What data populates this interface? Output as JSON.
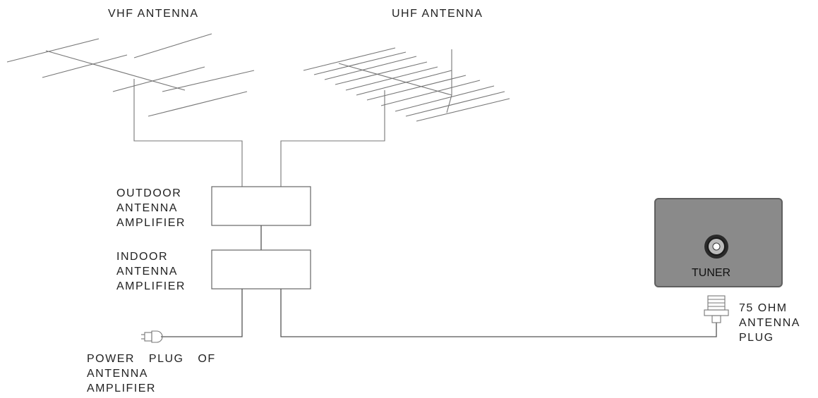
{
  "labels": {
    "vhf": "VHF ANTENNA",
    "uhf": "UHF ANTENNA",
    "outdoor": [
      "OUTDOOR",
      "ANTENNA",
      "AMPLIFIER"
    ],
    "indoor": [
      "INDOOR",
      "ANTENNA",
      "AMPLIFIER"
    ],
    "power": [
      "POWER PLUG OF",
      "ANTENNA",
      "AMPLIFIER"
    ],
    "tuner": "TUNER",
    "plug": [
      "75 OHM",
      "ANTENNA",
      "PLUG"
    ]
  },
  "icons": {
    "vhf": "vhf-yagi-antenna-icon",
    "uhf": "uhf-yagi-antenna-icon",
    "power": "power-plug-icon",
    "coax": "coax-plug-icon",
    "socket": "antenna-socket-icon"
  },
  "colors": {
    "line": "#555555",
    "tuner_panel": "#8a8a8a",
    "tuner_border": "#5f5f5f"
  }
}
